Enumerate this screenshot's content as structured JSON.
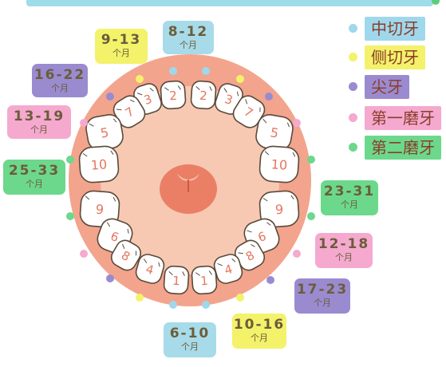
{
  "legend": [
    {
      "label": "中切牙",
      "color": "#9fd8ec",
      "dot": "#9fd8ec"
    },
    {
      "label": "侧切牙",
      "color": "#f3f26a",
      "dot": "#f3f26a"
    },
    {
      "label": "尖牙",
      "color": "#9a8bd0",
      "dot": "#9a8bd0"
    },
    {
      "label": "第一磨牙",
      "color": "#f5a9cf",
      "dot": "#f5a9cf"
    },
    {
      "label": "第二磨牙",
      "color": "#6cd88c",
      "dot": "#6cd88c"
    }
  ],
  "callouts": {
    "upper_central": {
      "range": "8-12",
      "unit": "个月"
    },
    "upper_lateral": {
      "range": "9-13",
      "unit": "个月"
    },
    "upper_canine": {
      "range": "16-22",
      "unit": "个月"
    },
    "upper_first_molar": {
      "range": "13-19",
      "unit": "个月"
    },
    "upper_second_molar": {
      "range": "25-33",
      "unit": "个月"
    },
    "lower_second_molar": {
      "range": "23-31",
      "unit": "个月"
    },
    "lower_first_molar": {
      "range": "12-18",
      "unit": "个月"
    },
    "lower_canine": {
      "range": "17-23",
      "unit": "个月"
    },
    "lower_lateral": {
      "range": "10-16",
      "unit": "个月"
    },
    "lower_central": {
      "range": "6-10",
      "unit": "个月"
    }
  },
  "teeth_labels": {
    "central_upper": "2",
    "lateral_upper": "3",
    "canine_upper": "7",
    "first_molar_upper": "5",
    "second_molar_upper": "10",
    "second_molar_lower": "9",
    "first_molar_lower": "6",
    "canine_lower": "8",
    "lateral_lower": "4",
    "central_lower": "1"
  },
  "colors": {
    "gum": "#f2a08a",
    "gum_inner": "#f7c7b0",
    "tongue": "#ea7d65",
    "tooth": "#ffffff",
    "tooth_stroke": "#5a4a3a",
    "number": "#e5765f",
    "blue": "#9fd8ec",
    "yellow": "#f3f26a",
    "purple": "#9a8bd0",
    "pink": "#f5a9cf",
    "green": "#6cd88c"
  }
}
